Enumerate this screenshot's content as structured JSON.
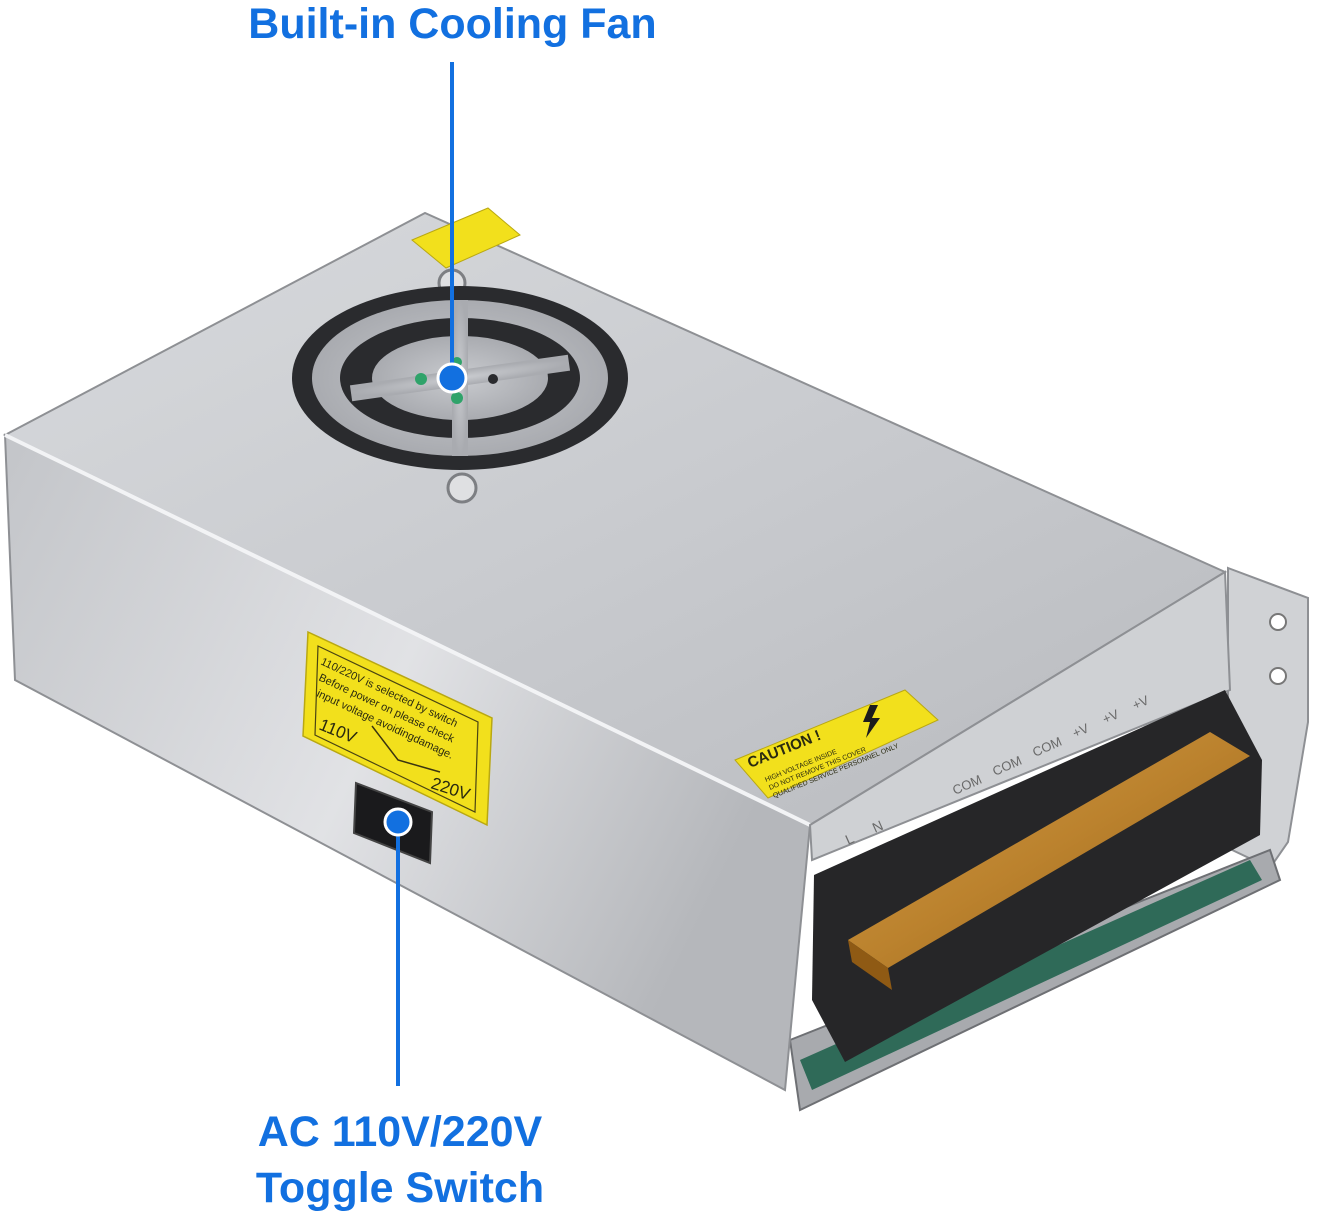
{
  "callouts": {
    "fan": {
      "title": "Built-in Cooling Fan",
      "marker_color": "#1270e0"
    },
    "switch": {
      "line1": "AC 110V/220V",
      "line2": "Toggle Switch",
      "marker_color": "#1270e0"
    }
  },
  "side_label": {
    "lines": [
      "110/220V is selected by switch",
      "Before power on please check",
      "input voltage avoidingdamage."
    ],
    "left_voltage": "110V",
    "right_voltage": "220V"
  },
  "caution_label": {
    "title": "CAUTION !",
    "lines": [
      "HIGH VOLTAGE INSIDE",
      "DO NOT REMOVE THIS COVER",
      "QUALIFIED SERVICE PERSONNEL ONLY"
    ]
  },
  "terminal_markings": [
    "L",
    "N",
    "COM",
    "COM",
    "COM",
    "+V",
    "+V",
    "+V"
  ],
  "colors": {
    "callout_blue": "#1270e0",
    "warning_yellow": "#f2e01c",
    "housing_silver": "#c4c6ca",
    "terminal_amber": "#c88a2e",
    "terminal_black": "#1c1c1c"
  }
}
